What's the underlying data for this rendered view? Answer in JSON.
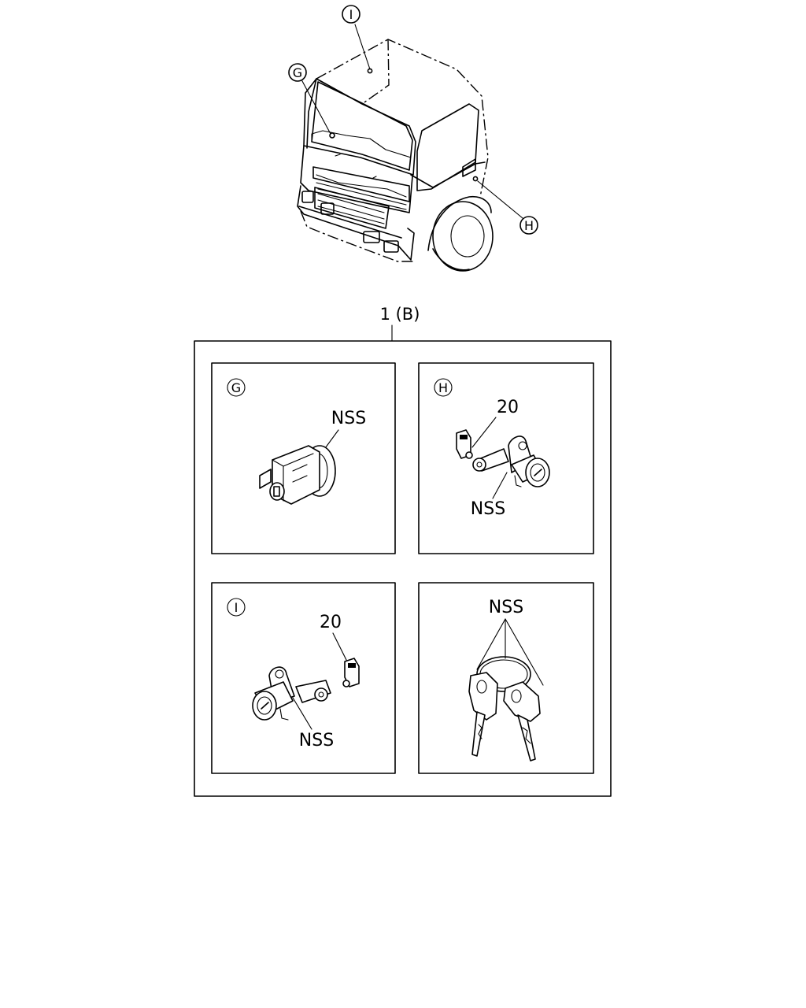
{
  "callouts": {
    "g": "G",
    "h": "H",
    "i": "I"
  },
  "assembly": {
    "label": "1 (B)"
  },
  "panels": {
    "g": {
      "marker": "G",
      "parts": [
        "NSS"
      ]
    },
    "h": {
      "marker": "H",
      "parts": [
        "20",
        "NSS"
      ]
    },
    "i": {
      "marker": "I",
      "parts": [
        "20",
        "NSS"
      ]
    },
    "keys": {
      "parts": [
        "NSS"
      ]
    }
  }
}
